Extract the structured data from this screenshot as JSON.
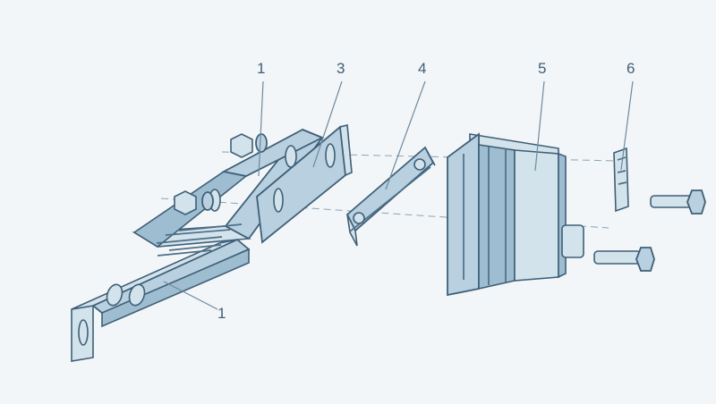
{
  "labels": {
    "part_1_top": "1",
    "part_3": "3",
    "part_4": "4",
    "part_5": "5",
    "part_6": "6",
    "part_1_bottom": "1"
  },
  "colors": {
    "background": "#f3f6f8",
    "line": "#3f5f77",
    "fill": "#b8d0df"
  }
}
